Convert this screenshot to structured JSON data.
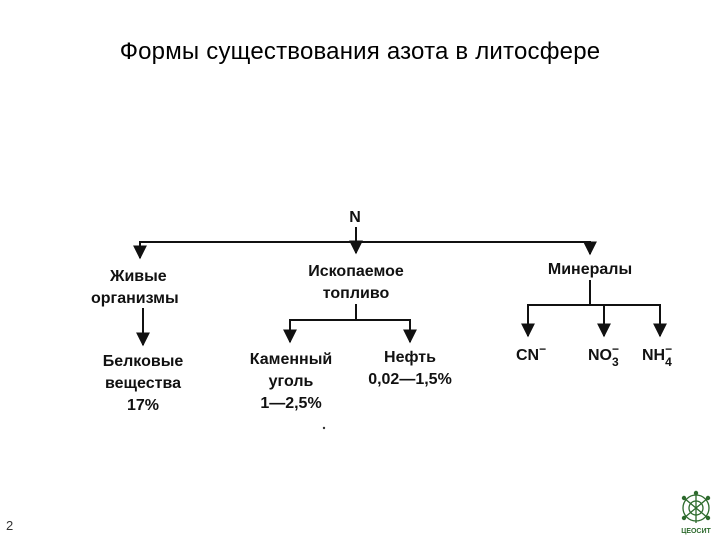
{
  "slide": {
    "title": "Формы существования азота в литосфере",
    "page_number": "2"
  },
  "diagram": {
    "root": "N",
    "branches": {
      "living": {
        "line1": "Живые",
        "line2": "организмы"
      },
      "fossil": {
        "line1": "Ископаемое",
        "line2": "топливо"
      },
      "minerals": {
        "label": "Минералы"
      }
    },
    "leaves": {
      "proteins": {
        "line1": "Белковые",
        "line2": "вещества",
        "line3": "17%"
      },
      "coal": {
        "line1": "Каменный",
        "line2": "уголь",
        "line3": "1—2,5%"
      },
      "oil": {
        "line1": "Нефть",
        "line2": "0,02—1,5%"
      },
      "cn": {
        "base": "CN",
        "sup": "−"
      },
      "no3": {
        "base": "NO",
        "sub": "3",
        "sup": "−"
      },
      "nh4": {
        "base": "NH",
        "sub": "4",
        "sup": "−"
      }
    }
  },
  "logo": {
    "text": "ЦЕОСИТ"
  }
}
